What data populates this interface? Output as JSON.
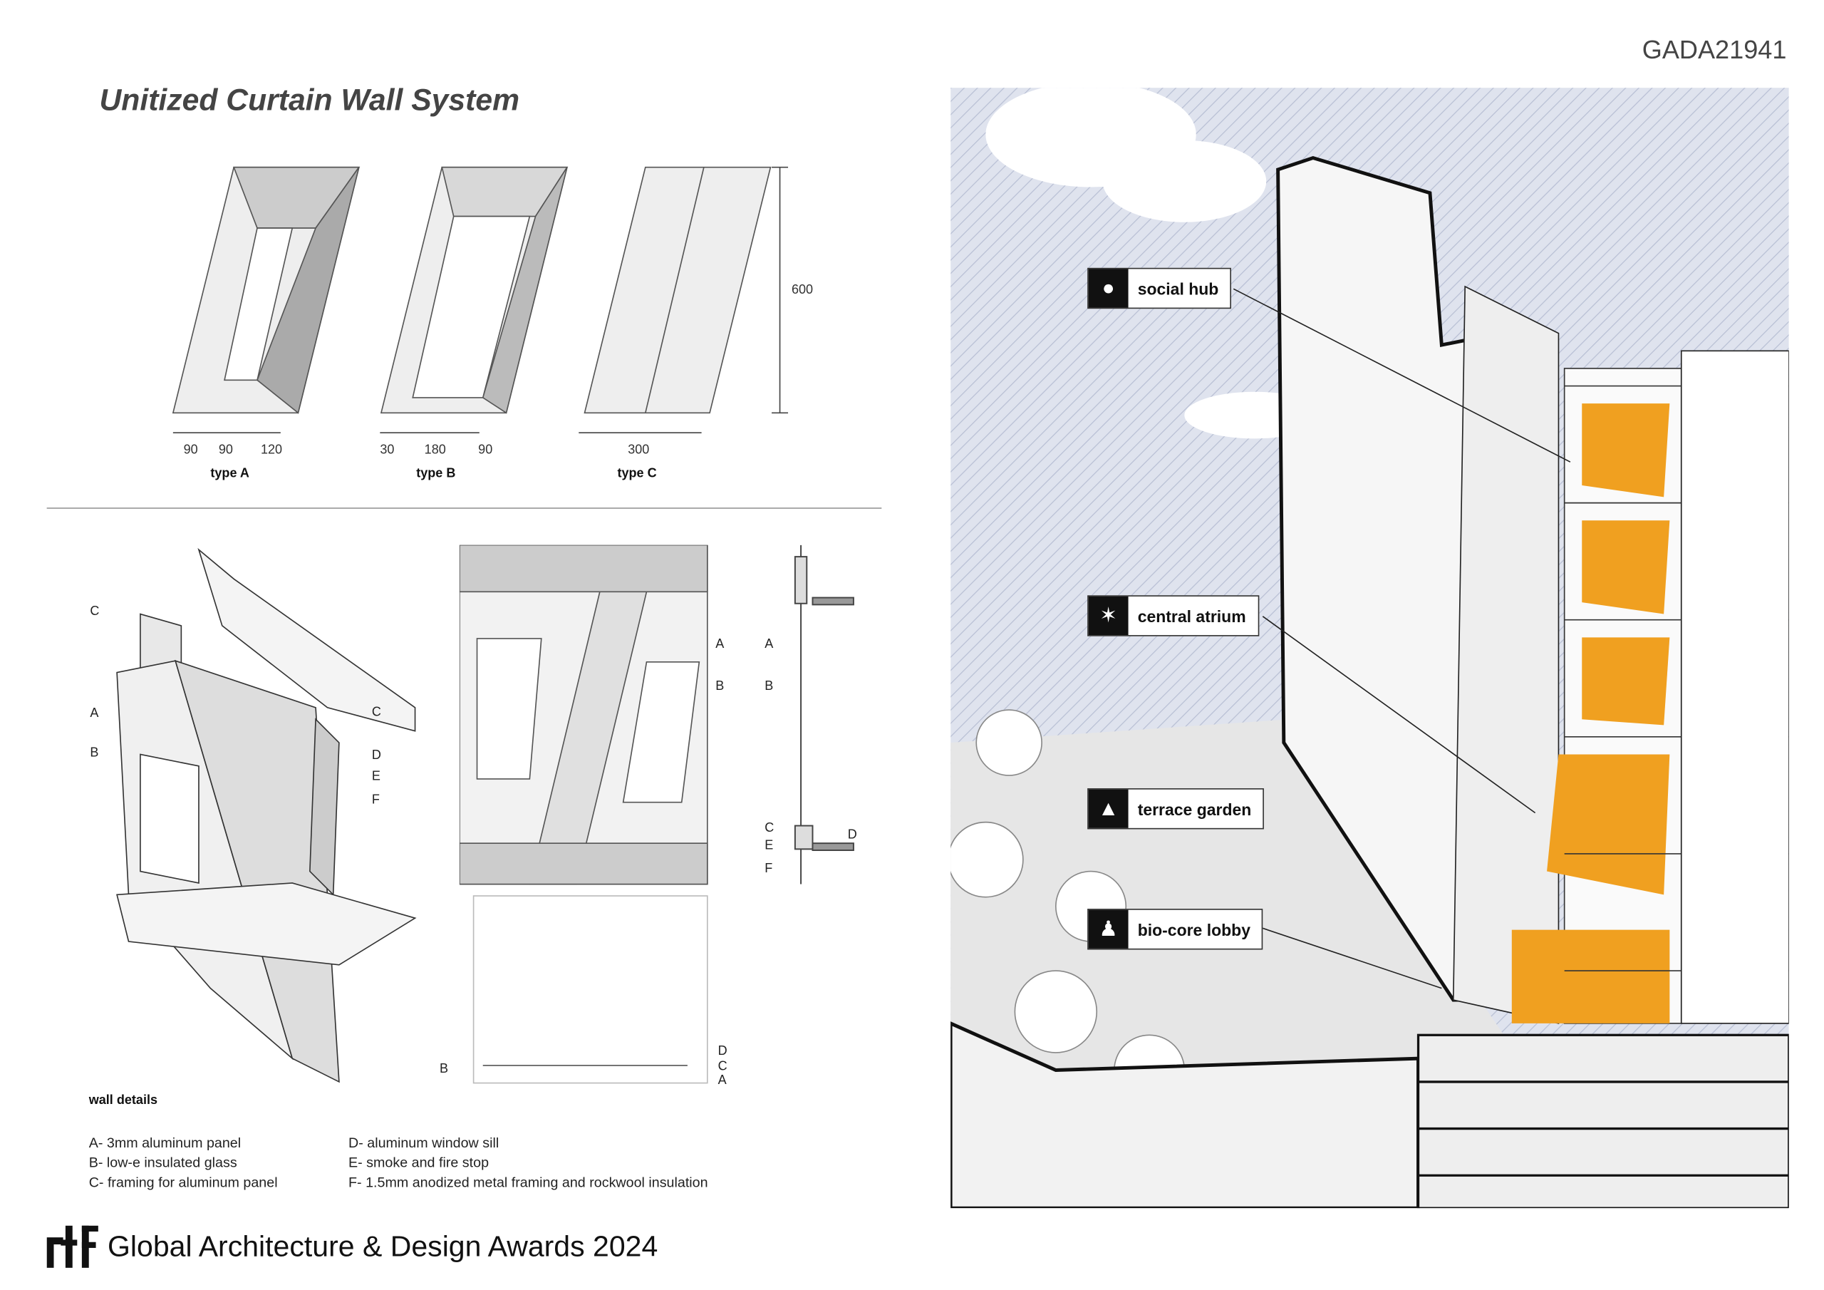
{
  "header": {
    "code": "GADA21941",
    "title": "Unitized Curtain Wall System"
  },
  "panel_types": [
    {
      "label": "type A",
      "dims": [
        "90",
        "90",
        "120"
      ]
    },
    {
      "label": "type B",
      "dims": [
        "30",
        "180",
        "90"
      ]
    },
    {
      "label": "type C",
      "dims": [
        "300"
      ]
    }
  ],
  "height_dim": "600",
  "detail_labels": {
    "a": "A",
    "b": "B",
    "c": "C",
    "d": "D",
    "e": "E",
    "f": "F"
  },
  "legend": {
    "heading": "wall details",
    "items": [
      "A- 3mm aluminum panel",
      "B- low-e insulated glass",
      "C- framing for aluminum panel",
      "D- aluminum window sill",
      "E- smoke and fire stop",
      "F- 1.5mm anodized metal framing and rockwool insulation"
    ]
  },
  "callouts": [
    {
      "label": "social hub",
      "icon": "people-icon"
    },
    {
      "label": "central atrium",
      "icon": "network-icon"
    },
    {
      "label": "terrace garden",
      "icon": "tree-icon"
    },
    {
      "label": "bio-core lobby",
      "icon": "lobby-icon"
    }
  ],
  "footer": {
    "logo": "rtf",
    "text": "Global Architecture & Design Awards 2024"
  },
  "colors": {
    "accent": "#f0a020",
    "sky": "#d4d9e8"
  }
}
